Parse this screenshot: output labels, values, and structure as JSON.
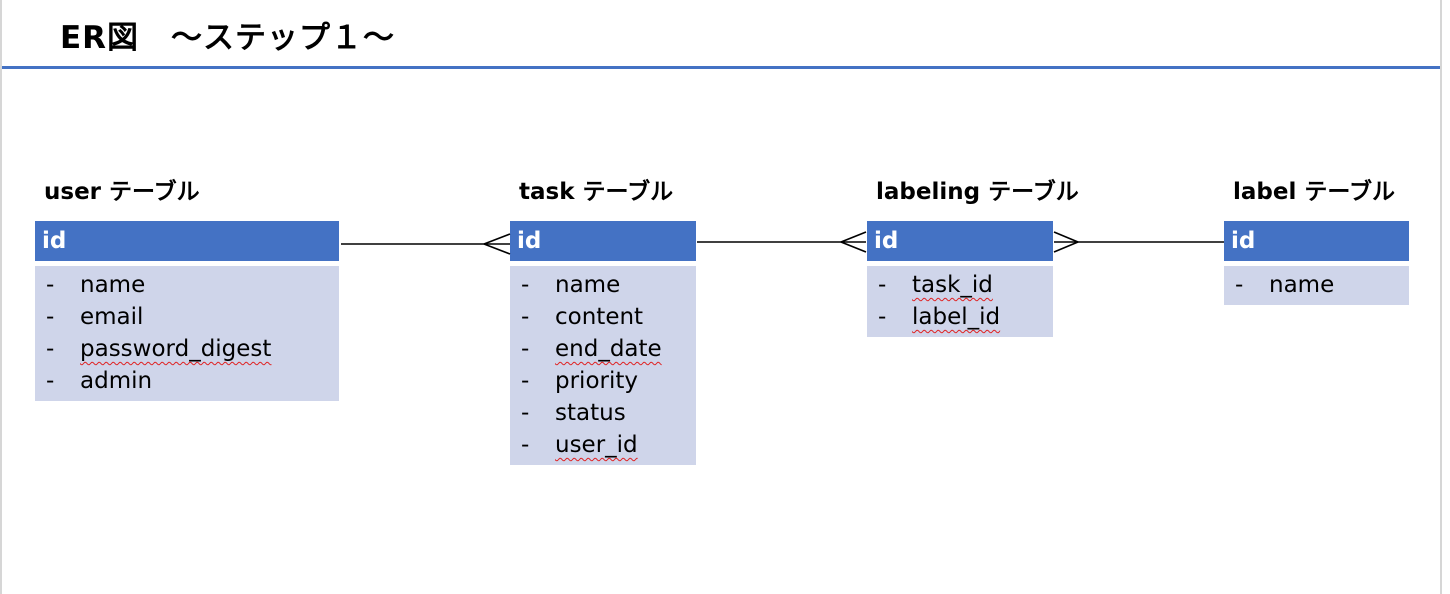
{
  "slide": {
    "title": "ER図　〜ステップ１〜",
    "accent_color": "#4472c4",
    "header_fill": "#4472c4",
    "body_fill": "#cfd5ea"
  },
  "entities": {
    "user": {
      "label": "user テーブル",
      "pk": "id",
      "attributes": [
        {
          "dash": "-",
          "name": "name",
          "spell": false
        },
        {
          "dash": "-",
          "name": "email",
          "spell": false
        },
        {
          "dash": "-",
          "name": "password_digest",
          "spell": true
        },
        {
          "dash": "-",
          "name": "admin",
          "spell": false
        }
      ]
    },
    "task": {
      "label": "task テーブル",
      "pk": "id",
      "attributes": [
        {
          "dash": "-",
          "name": "name",
          "spell": false
        },
        {
          "dash": "-",
          "name": "content",
          "spell": false
        },
        {
          "dash": "-",
          "name": "end_date",
          "spell": true
        },
        {
          "dash": "-",
          "name": "priority",
          "spell": false
        },
        {
          "dash": "-",
          "name": "status",
          "spell": false
        },
        {
          "dash": "-",
          "name": "user_id",
          "spell": true
        }
      ]
    },
    "labeling": {
      "label": "labeling テーブル",
      "pk": "id",
      "attributes": [
        {
          "dash": "-",
          "name": "task_id",
          "spell": true
        },
        {
          "dash": "-",
          "name": "label_id",
          "spell": true
        }
      ]
    },
    "label": {
      "label": "label テーブル",
      "pk": "id",
      "attributes": [
        {
          "dash": "-",
          "name": "name",
          "spell": false
        }
      ]
    }
  },
  "relationships": [
    {
      "from": "user",
      "to": "task",
      "cardinality": "one-to-many",
      "many_end": "task"
    },
    {
      "from": "task",
      "to": "labeling",
      "cardinality": "one-to-many",
      "many_end": "labeling"
    },
    {
      "from": "label",
      "to": "labeling",
      "cardinality": "one-to-many",
      "many_end": "labeling"
    }
  ]
}
